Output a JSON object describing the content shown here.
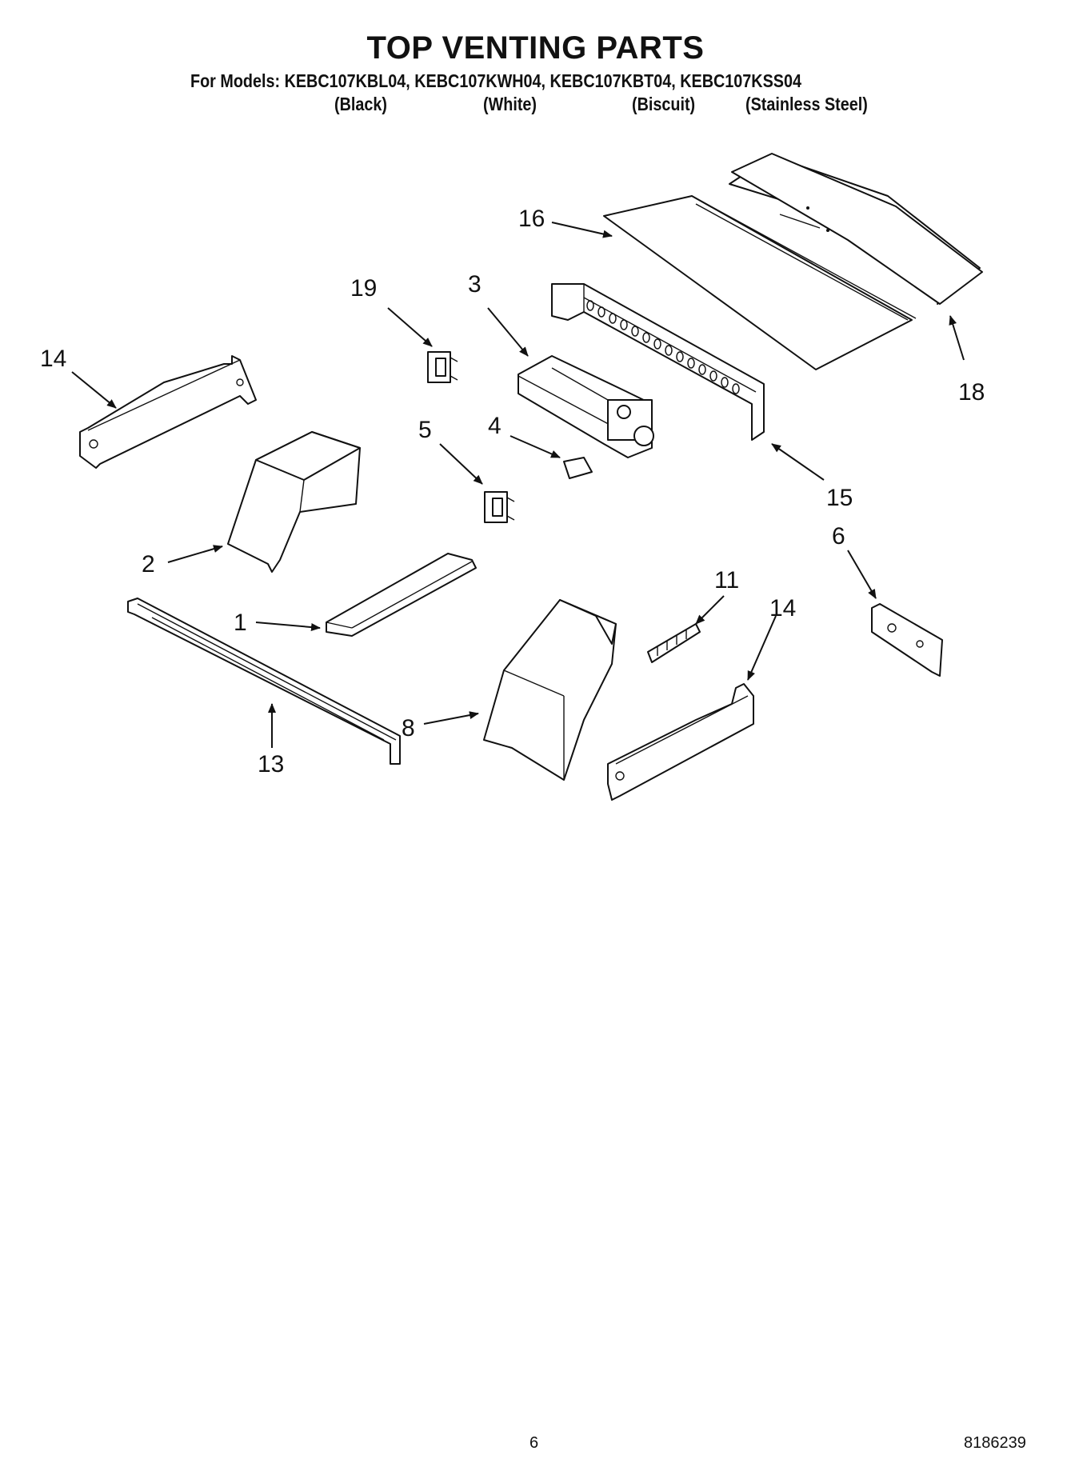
{
  "title": "TOP VENTING PARTS",
  "models": "For Models: KEBC107KBL04, KEBC107KWH04, KEBC107KBT04, KEBC107KSS04",
  "variants": [
    "(Black)",
    "(White)",
    "(Biscuit)",
    "(Stainless Steel)"
  ],
  "callouts": [
    "16",
    "19",
    "3",
    "18",
    "14",
    "5",
    "4",
    "15",
    "2",
    "6",
    "11",
    "14",
    "1",
    "8",
    "13"
  ],
  "page_number": "6",
  "doc_number": "8186239"
}
